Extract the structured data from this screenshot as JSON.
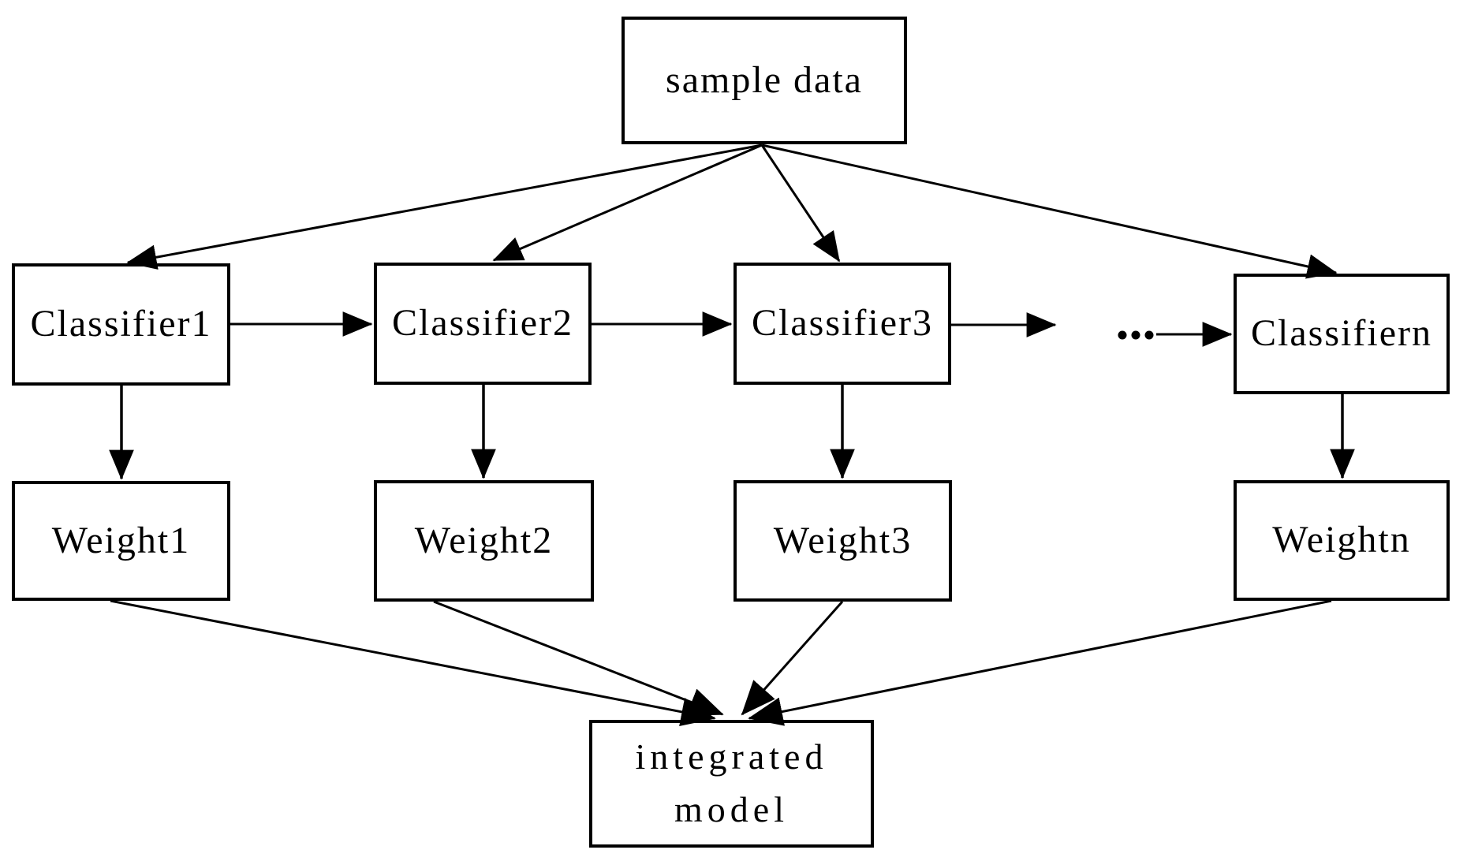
{
  "diagram": {
    "nodes": {
      "sample_data": "sample data",
      "classifier1": "Classifier1",
      "classifier2": "Classifier2",
      "classifier3": "Classifier3",
      "classifiern": "Classifiern",
      "weight1": "Weight1",
      "weight2": "Weight2",
      "weight3": "Weight3",
      "weightn": "Weightn",
      "integrated_model": "integrated model",
      "ellipsis": "..."
    },
    "edges": [
      {
        "from": "sample_data",
        "to": "classifier1"
      },
      {
        "from": "sample_data",
        "to": "classifier2"
      },
      {
        "from": "sample_data",
        "to": "classifier3"
      },
      {
        "from": "sample_data",
        "to": "classifiern"
      },
      {
        "from": "classifier1",
        "to": "classifier2"
      },
      {
        "from": "classifier2",
        "to": "classifier3"
      },
      {
        "from": "classifier3",
        "to": "ellipsis"
      },
      {
        "from": "ellipsis",
        "to": "classifiern"
      },
      {
        "from": "classifier1",
        "to": "weight1"
      },
      {
        "from": "classifier2",
        "to": "weight2"
      },
      {
        "from": "classifier3",
        "to": "weight3"
      },
      {
        "from": "classifiern",
        "to": "weightn"
      },
      {
        "from": "weight1",
        "to": "integrated_model"
      },
      {
        "from": "weight2",
        "to": "integrated_model"
      },
      {
        "from": "weight3",
        "to": "integrated_model"
      },
      {
        "from": "weightn",
        "to": "integrated_model"
      }
    ],
    "colors": {
      "line": "#000000",
      "box_border": "#000000",
      "box_fill": "#ffffff",
      "background": "#ffffff",
      "text": "#000000"
    }
  }
}
